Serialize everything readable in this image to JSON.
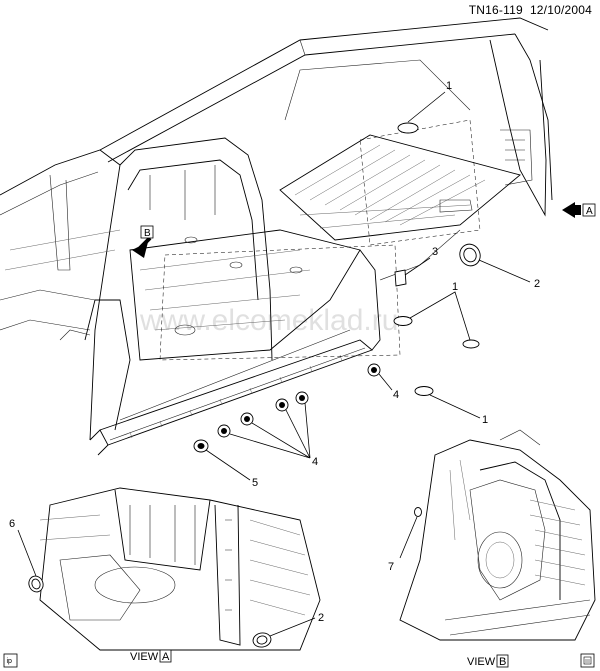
{
  "header": {
    "code": "TN16-119",
    "date": "12/10/2004"
  },
  "watermark": "www.elcomeklad.ru",
  "callouts": [
    {
      "id": "c1a",
      "label": "1"
    },
    {
      "id": "c1b",
      "label": "1"
    },
    {
      "id": "c1c",
      "label": "1"
    },
    {
      "id": "c2a",
      "label": "2"
    },
    {
      "id": "c2b",
      "label": "2"
    },
    {
      "id": "c3",
      "label": "3"
    },
    {
      "id": "c4a",
      "label": "4"
    },
    {
      "id": "c4b",
      "label": "4"
    },
    {
      "id": "c5",
      "label": "5"
    },
    {
      "id": "c6",
      "label": "6"
    },
    {
      "id": "c7",
      "label": "7"
    }
  ],
  "view_markers": {
    "a": "A",
    "b": "B"
  },
  "views": {
    "a": {
      "prefix": "VIEW",
      "letter": "A"
    },
    "b": {
      "prefix": "VIEW",
      "letter": "B"
    }
  },
  "corner_icon": "ip"
}
